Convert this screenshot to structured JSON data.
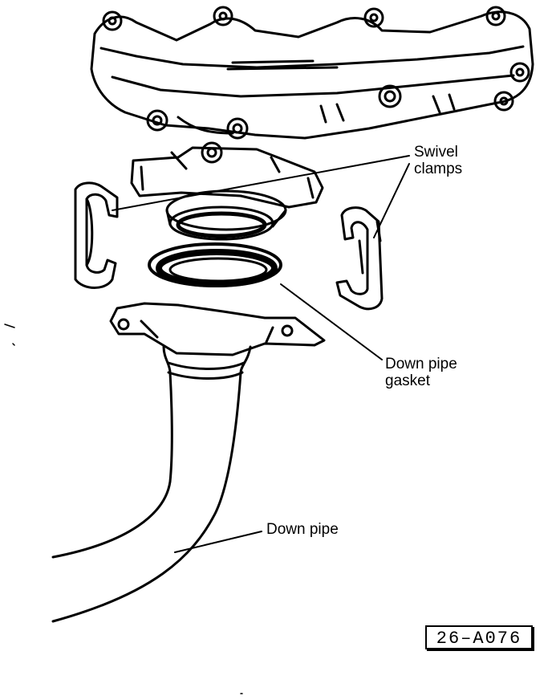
{
  "labels": {
    "swivel_clamps_line1": "Swivel",
    "swivel_clamps_line2": "clamps",
    "down_pipe_gasket_line1": "Down pipe",
    "down_pipe_gasket_line2": "gasket",
    "down_pipe": "Down pipe"
  },
  "figure_id": "26–A076",
  "colors": {
    "ink": "#000000",
    "paper": "#ffffff"
  }
}
